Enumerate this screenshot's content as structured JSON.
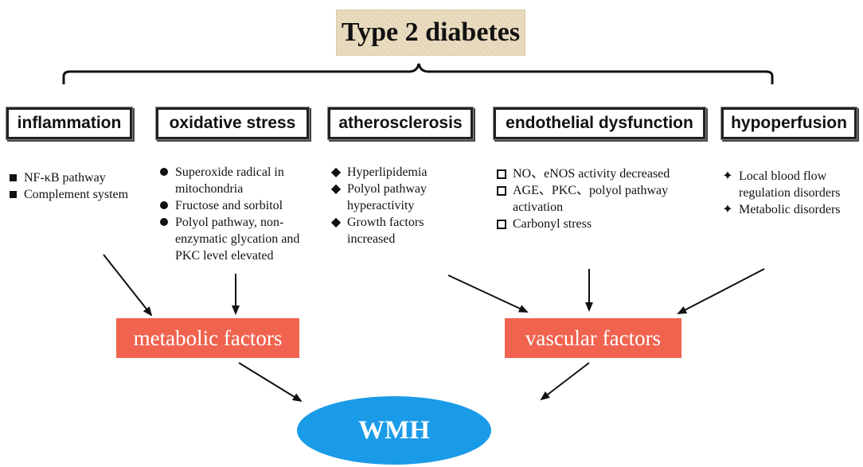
{
  "title": "Type 2 diabetes",
  "categories": [
    {
      "label": "inflammation",
      "items": [
        "NF-κB pathway",
        "Complement system"
      ],
      "marker": "filled-square"
    },
    {
      "label": "oxidative stress",
      "items": [
        "Superoxide radical in mitochondria",
        "Fructose and sorbitol",
        "Polyol pathway, non-enzymatic glycation and PKC level elevated"
      ],
      "marker": "filled-circle"
    },
    {
      "label": "atherosclerosis",
      "items": [
        "Hyperlipidemia",
        "Polyol pathway hyperactivity",
        "Growth factors increased"
      ],
      "marker": "filled-diamond"
    },
    {
      "label": "endothelial dysfunction",
      "items": [
        "NO、eNOS activity decreased",
        "AGE、PKC、polyol pathway activation",
        "Carbonyl stress"
      ],
      "marker": "open-square"
    },
    {
      "label": "hypoperfusion",
      "items": [
        "Local blood flow regulation disorders",
        "Metabolic disorders"
      ],
      "marker": "four-point-star"
    }
  ],
  "factors": {
    "metabolic": "metabolic factors",
    "vascular": "vascular factors"
  },
  "outcome": "WMH",
  "colors": {
    "title_bg": "#e9dcc0",
    "factor_bg": "#f0634f",
    "outcome_bg": "#1a9be8"
  }
}
